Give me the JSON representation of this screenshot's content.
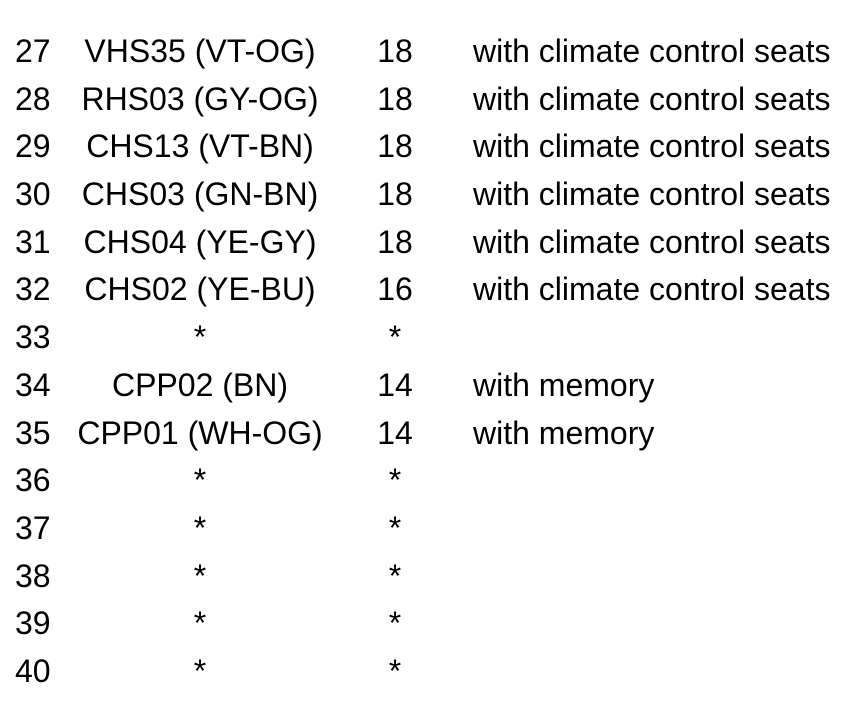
{
  "table": {
    "description": "parts list with item numbers, codes, quantities and notes",
    "note_climate": "with climate control seats",
    "note_memory": "with memory",
    "rows": [
      {
        "num": "27",
        "code": "VHS35 (VT-OG)",
        "qty": "18",
        "note": "with climate control seats"
      },
      {
        "num": "28",
        "code": "RHS03 (GY-OG)",
        "qty": "18",
        "note": "with climate control seats"
      },
      {
        "num": "29",
        "code": "CHS13 (VT-BN)",
        "qty": "18",
        "note": "with climate control seats"
      },
      {
        "num": "30",
        "code": "CHS03 (GN-BN)",
        "qty": "18",
        "note": "with climate control seats"
      },
      {
        "num": "31",
        "code": "CHS04 (YE-GY)",
        "qty": "18",
        "note": "with climate control seats"
      },
      {
        "num": "32",
        "code": "CHS02 (YE-BU)",
        "qty": "16",
        "note": "with climate control seats"
      },
      {
        "num": "33",
        "code": "*",
        "qty": "*",
        "note": ""
      },
      {
        "num": "34",
        "code": "CPP02 (BN)",
        "qty": "14",
        "note": "with memory"
      },
      {
        "num": "35",
        "code": "CPP01 (WH-OG)",
        "qty": "14",
        "note": "with memory"
      },
      {
        "num": "36",
        "code": "*",
        "qty": "*",
        "note": ""
      },
      {
        "num": "37",
        "code": "*",
        "qty": "*",
        "note": ""
      },
      {
        "num": "38",
        "code": "*",
        "qty": "*",
        "note": ""
      },
      {
        "num": "39",
        "code": "*",
        "qty": "*",
        "note": ""
      },
      {
        "num": "40",
        "code": "*",
        "qty": "*",
        "note": ""
      }
    ],
    "colors": {
      "text": "#000000",
      "background": "#ffffff"
    }
  }
}
